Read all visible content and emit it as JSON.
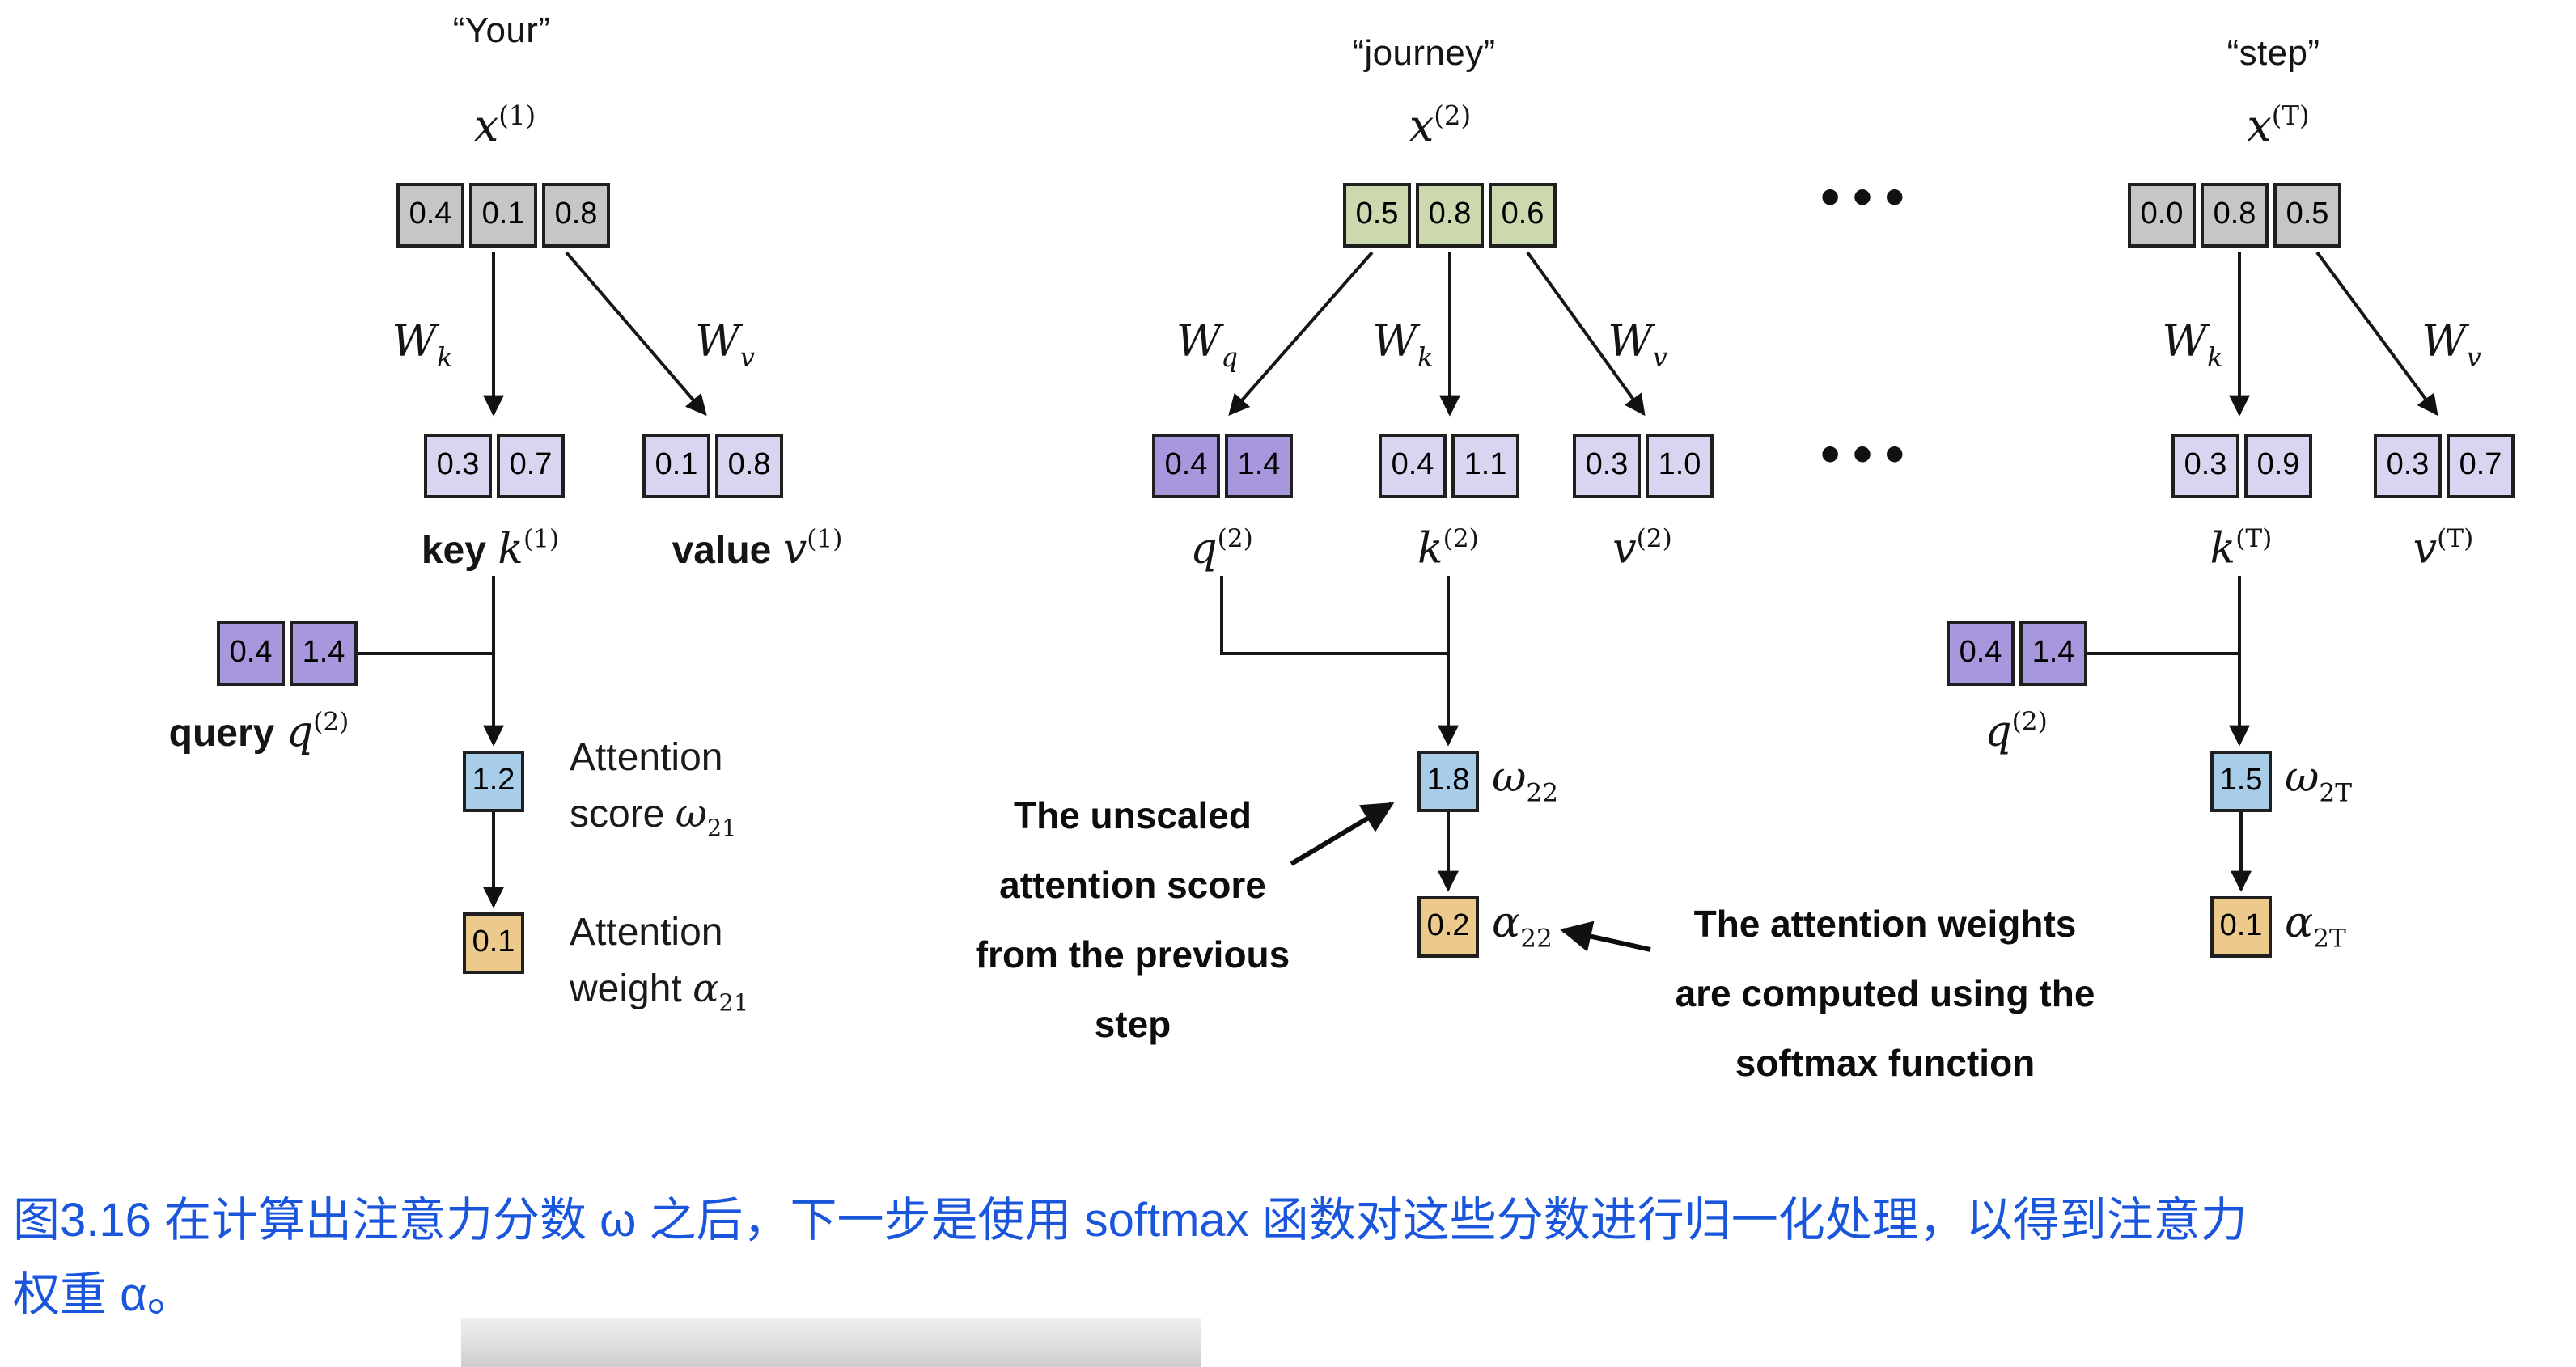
{
  "figure": {
    "caption": "图3.16 在计算出注意力分数 ω 之后，下一步是使用 softmax 函数对这些分数进行归一化处理，以得到注意力权重 α。"
  },
  "ellipsis": "•••",
  "col1": {
    "token": "“Your”",
    "x_label": {
      "base": "x",
      "sup": "(1)"
    },
    "x_values": [
      "0.4",
      "0.1",
      "0.8"
    ],
    "w_k": {
      "base": "W",
      "sub": "k"
    },
    "w_v": {
      "base": "W",
      "sub": "v"
    },
    "key_values": [
      "0.3",
      "0.7"
    ],
    "value_values": [
      "0.1",
      "0.8"
    ],
    "key_label": {
      "word": "key",
      "base": "k",
      "sup": "(1)"
    },
    "value_label": {
      "word": "value",
      "base": "v",
      "sup": "(1)"
    },
    "query_values": [
      "0.4",
      "1.4"
    ],
    "query_label": {
      "word": "query",
      "base": "q",
      "sup": "(2)"
    },
    "score_value": "1.2",
    "score_label": {
      "text": "Attention score",
      "symbol": "ω",
      "sub": "21"
    },
    "weight_value": "0.1",
    "weight_label": {
      "text": "Attention weight",
      "symbol": "α",
      "sub": "21"
    }
  },
  "col2": {
    "token": "“journey”",
    "x_label": {
      "base": "x",
      "sup": "(2)"
    },
    "x_values": [
      "0.5",
      "0.8",
      "0.6"
    ],
    "w_q": {
      "base": "W",
      "sub": "q"
    },
    "w_k": {
      "base": "W",
      "sub": "k"
    },
    "w_v": {
      "base": "W",
      "sub": "v"
    },
    "q_values": [
      "0.4",
      "1.4"
    ],
    "k_values": [
      "0.4",
      "1.1"
    ],
    "v_values": [
      "0.3",
      "1.0"
    ],
    "q_label": {
      "base": "q",
      "sup": "(2)"
    },
    "k_label": {
      "base": "k",
      "sup": "(2)"
    },
    "v_label": {
      "base": "v",
      "sup": "(2)"
    },
    "score_value": "1.8",
    "score_label": {
      "symbol": "ω",
      "sub": "22"
    },
    "weight_value": "0.2",
    "weight_label": {
      "symbol": "α",
      "sub": "22"
    },
    "annotation_unscaled": {
      "lines": [
        "The unscaled",
        "attention score",
        "from the previous",
        "step"
      ]
    },
    "annotation_softmax": {
      "lines": [
        "The attention weights",
        "are computed using the",
        "softmax function"
      ]
    }
  },
  "col3": {
    "token": "“step”",
    "x_label": {
      "base": "x",
      "sup": "(T)"
    },
    "x_values": [
      "0.0",
      "0.8",
      "0.5"
    ],
    "w_k": {
      "base": "W",
      "sub": "k"
    },
    "w_v": {
      "base": "W",
      "sub": "v"
    },
    "k_values": [
      "0.3",
      "0.9"
    ],
    "v_values": [
      "0.3",
      "0.7"
    ],
    "k_label": {
      "base": "k",
      "sup": "(T)"
    },
    "v_label": {
      "base": "v",
      "sup": "(T)"
    },
    "query_values": [
      "0.4",
      "1.4"
    ],
    "query_label": {
      "base": "q",
      "sup": "(2)"
    },
    "score_value": "1.5",
    "score_label": {
      "symbol": "ω",
      "sub": "2T"
    },
    "weight_value": "0.1",
    "weight_label": {
      "symbol": "α",
      "sub": "2T"
    }
  },
  "colors": {
    "gray_cell": "#c6c6c6",
    "green_cell": "#ccd8ad",
    "lavender_cell": "#d9d5f0",
    "purple_cell": "#a797dd",
    "blue_cell": "#a8cde9",
    "tan_cell": "#ebca8c",
    "caption_blue": "#1a56db"
  }
}
